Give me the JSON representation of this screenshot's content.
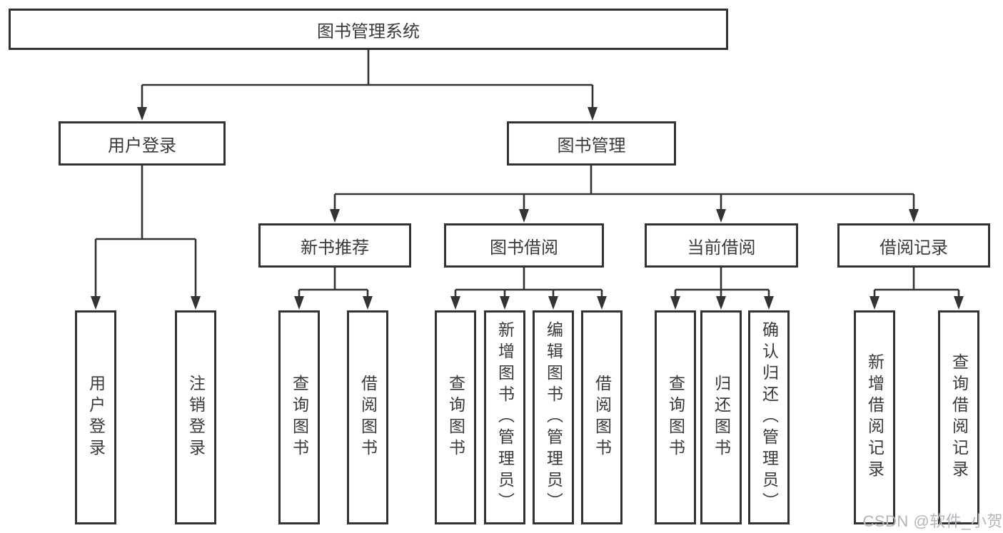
{
  "watermark": "CSDN @软件_小贺同学",
  "colors": {
    "line": "#333333",
    "box_border": "#333333",
    "text": "#3a3a3a",
    "watermark_text": "#b2b6bb",
    "background": "#ffffff"
  },
  "tree": {
    "label": "图书管理系统",
    "children": [
      {
        "label": "用户登录",
        "children": [
          {
            "label": "用户登录"
          },
          {
            "label": "注销登录"
          }
        ]
      },
      {
        "label": "图书管理",
        "children": [
          {
            "label": "新书推荐",
            "children": [
              {
                "label": "查询图书"
              },
              {
                "label": "借阅图书"
              }
            ]
          },
          {
            "label": "图书借阅",
            "children": [
              {
                "label": "查询图书"
              },
              {
                "label": "新增图书（管理员）"
              },
              {
                "label": "编辑图书（管理员）"
              },
              {
                "label": "借阅图书"
              }
            ]
          },
          {
            "label": "当前借阅",
            "children": [
              {
                "label": "查询图书"
              },
              {
                "label": "归还图书"
              },
              {
                "label": "确认归还（管理员）"
              }
            ]
          },
          {
            "label": "借阅记录",
            "children": [
              {
                "label": "新增借阅记录"
              },
              {
                "label": "查询借阅记录"
              }
            ]
          }
        ]
      }
    ]
  }
}
